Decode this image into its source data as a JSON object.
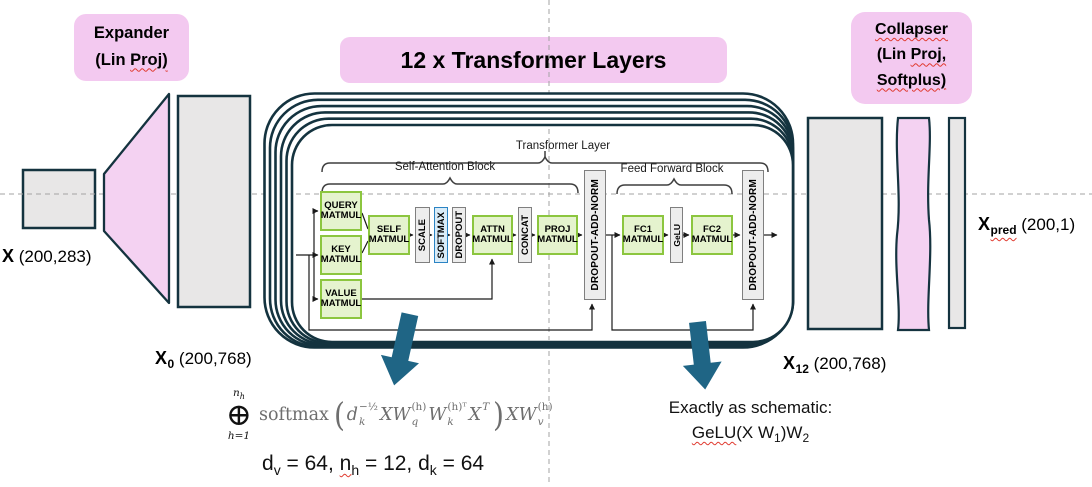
{
  "colors": {
    "banner_pink": "#f3c9f0",
    "shape_pink": "#f4d2f2",
    "tensor_gray": "#e8e7e7",
    "green_fill": "#e5f3ce",
    "green_border": "#8cc63f",
    "blue_fill": "#d9ecf8",
    "blue_border": "#2b84c4",
    "gray_fill": "#ededed",
    "gray_border": "#7f7f7f",
    "outline_navy": "#14333f",
    "arrow_teal": "#1f6585",
    "squiggle_red": "#e03a2f"
  },
  "banners": {
    "expander": {
      "line1": "Expander",
      "line2_pre": "(Lin ",
      "line2_sq": "Proj)"
    },
    "layers": "12 x Transformer Layers",
    "collapser": {
      "line1": "Collapser",
      "line2_pre": "(Lin ",
      "line2_sq": "Proj,",
      "line3": "Softplus)"
    }
  },
  "tensors": {
    "x": {
      "name": "X",
      "dims": " (200,283)"
    },
    "x0": {
      "name": "X",
      "sub": "0",
      "dims": " (200,768)"
    },
    "x12": {
      "name": "X",
      "sub": "12",
      "dims": " (200,768)"
    },
    "xpred": {
      "name": "X",
      "sub": "pred",
      "dims": " (200,1)"
    }
  },
  "layer": {
    "title": "Transformer Layer",
    "attention_title": "Self-Attention Block",
    "ff_title": "Feed Forward Block",
    "boxes": {
      "query": "QUERY MATMUL",
      "key": "KEY MATMUL",
      "value": "VALUE MATMUL",
      "self": "SELF MATMUL",
      "scale": "SCALE",
      "softmax": "SOFTMAX",
      "dropout": "DROPOUT",
      "attn": "ATTN MATMUL",
      "concat": "CONCAT",
      "proj": "PROJ MATMUL",
      "dan1": "DROPOUT-ADD-NORM",
      "fc1": "FC1 MATMUL",
      "gelu": "GeLU",
      "fc2": "FC2 MATMUL",
      "dan2": "DROPOUT-ADD-NORM"
    }
  },
  "formula": {
    "limit_top_var": "n",
    "limit_top_sub": "h",
    "operator": "⊕",
    "limit_bottom": "h=1",
    "fn": "softmax",
    "lparen": "(",
    "d_base": "d",
    "d_sup": "−½",
    "d_sub": "k",
    "xwq_base": "XW",
    "xwq_sup": "(h)",
    "xwq_sub": "q",
    "wk_base": "W",
    "wk_sup": "(h)ᵀ",
    "wk_sub": "k",
    "xt_base": "X",
    "xt_sup": "T",
    "rparen": ")",
    "xwv_base": "XW",
    "xwv_sup": "(h)",
    "xwv_sub": "v"
  },
  "params": {
    "p1_base": "d",
    "p1_sub": "v",
    "p1_eq": " = 64, ",
    "p2_base": "n",
    "p2_sub": "h",
    "p2_eq": " = 12, ",
    "p3_base": "d",
    "p3_sub": "k",
    "p3_eq": " = 64"
  },
  "ff_note": {
    "line1": "Exactly as schematic:",
    "gelu": "GeLU",
    "open": "(X W",
    "sub1": "1",
    "mid": ")W",
    "sub2": "2"
  }
}
